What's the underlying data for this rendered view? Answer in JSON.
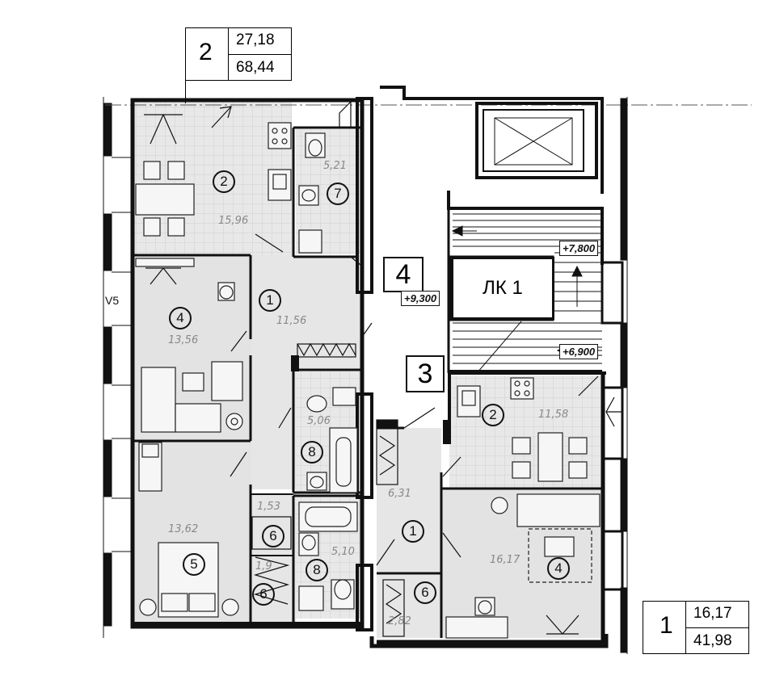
{
  "apartment_2": {
    "number": "2",
    "living_area": "27,18",
    "total_area": "68,44"
  },
  "apartment_1": {
    "number": "1",
    "living_area": "16,17",
    "total_area": "41,98"
  },
  "box_4": "4",
  "box_3": "3",
  "lk_label": "ЛК 1",
  "levels": {
    "l9300": "+9,300",
    "l7800": "+7,800",
    "l6900": "+6,900"
  },
  "axis_label": "V5",
  "rooms_left": [
    {
      "id": "2",
      "area": "15,96"
    },
    {
      "id": "7",
      "area": "5,21"
    },
    {
      "id": "1",
      "area": "11,56"
    },
    {
      "id": "4",
      "area": "13,56"
    },
    {
      "id": "8",
      "area": "5,06"
    },
    {
      "id": "6",
      "area": "1,53"
    },
    {
      "id": "5",
      "area": "13,62"
    },
    {
      "id": "6",
      "area": "1,9"
    },
    {
      "id": "8",
      "area": "5,10"
    }
  ],
  "rooms_right": [
    {
      "id": "2",
      "area": "11,58"
    },
    {
      "id": "1",
      "area": "6,31"
    },
    {
      "id": "4",
      "area": "16,17"
    },
    {
      "id": "6",
      "area": "2,82"
    }
  ],
  "colors": {
    "wall": "#111111",
    "room_fill": "#e4e4e4",
    "grid_line": "#d0d0d0",
    "background": "#ffffff"
  }
}
